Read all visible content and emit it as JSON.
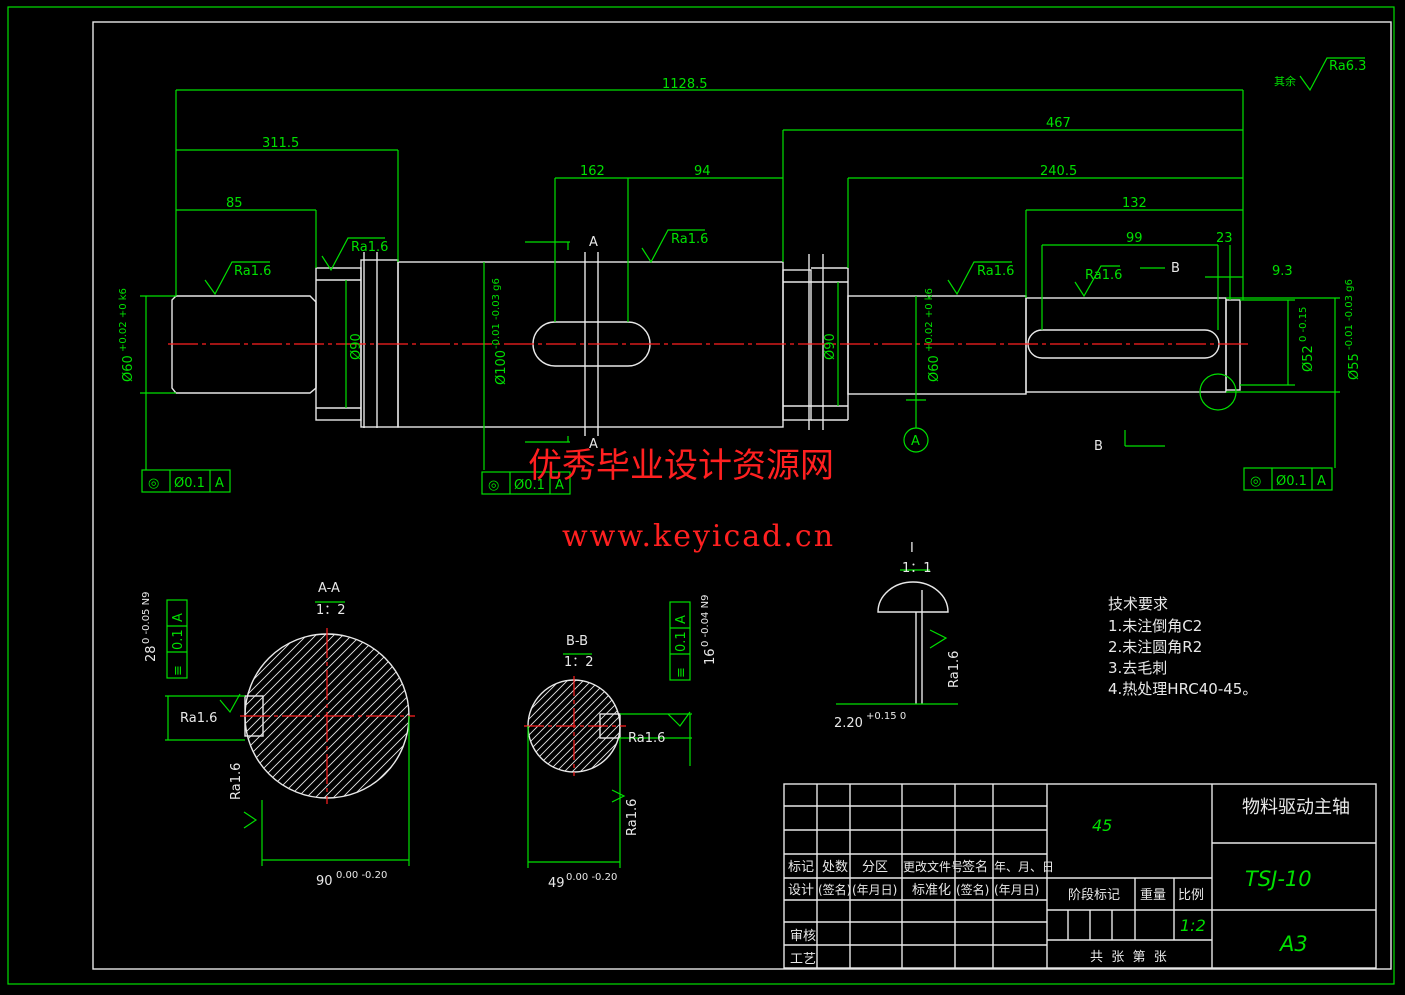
{
  "dimensions": {
    "overall": "1128.5",
    "d467": "467",
    "d311": "311.5",
    "d240": "240.5",
    "d162": "162",
    "d94": "94",
    "d132": "132",
    "d85": "85",
    "d99": "99",
    "d23": "23",
    "d9": "9.3",
    "dia60_left": "Ø60",
    "dia60_left_tol": "+0.02 +0 k6",
    "dia90_left": "Ø90",
    "dia100": "Ø100",
    "dia100_tol": "-0.01 -0.03 g6",
    "dia90_right": "Ø90",
    "dia60_right": "Ø60",
    "dia60_right_tol": "+0.02 +0 k6",
    "dia52": "Ø52",
    "dia52_tol": "0 -0.15",
    "dia55": "Ø55",
    "dia55_tol": "-0.01 -0.03 g6"
  },
  "roughness": {
    "r1": "Ra1.6",
    "r2": "Ra1.6",
    "r3": "Ra1.6",
    "r4": "Ra1.6",
    "r5": "Ra1.6",
    "rest_label": "其余",
    "rest_value": "Ra6.3"
  },
  "section_labels": {
    "a_top": "A",
    "a_bottom": "A",
    "b_top": "B",
    "b_bottom": "B",
    "datum": "A"
  },
  "tolerance_frames": {
    "left": [
      "◎",
      "Ø0.1",
      "A"
    ],
    "middle": [
      "◎",
      "Ø0.1",
      "A"
    ],
    "right": [
      "◎",
      "Ø0.1",
      "A"
    ]
  },
  "section_aa": {
    "title": "A-A",
    "scale": "1：2",
    "width_dim": "90",
    "width_tol": "0.00 -0.20",
    "key_dim": "28",
    "key_tol": "0 -0.05 N9",
    "frame": [
      "≡",
      "0.1",
      "A"
    ],
    "rough1": "Ra1.6",
    "rough2": "Ra1.6"
  },
  "section_bb": {
    "title": "B-B",
    "scale": "1：2",
    "width_dim": "49",
    "width_tol": "0.00 -0.20",
    "key_dim": "16",
    "key_tol": "0 -0.04 N9",
    "frame": [
      "≡",
      "0.1",
      "A"
    ],
    "rough1": "Ra1.6",
    "rough2": "Ra1.6"
  },
  "detail_i": {
    "title": "I",
    "scale": "1：1",
    "dim": "2.20",
    "dim_tol": "+0.15 0",
    "rough": "Ra1.6"
  },
  "watermark": {
    "line1": "优秀毕业设计资源网",
    "line2": "www.keyicad.cn"
  },
  "tech_requirements": {
    "heading": "技术要求",
    "items": [
      "1.未注倒角C2",
      "2.未注圆角R2",
      "3.去毛刺",
      "4.热处理HRC40-45。"
    ]
  },
  "title_block": {
    "material": "45",
    "part_name": "物料驱动主轴",
    "drawing_no": "TSJ-10",
    "sheet_size": "A3",
    "scale_value": "1:2",
    "row1": [
      "标记",
      "处数",
      "分区",
      "更改文件号",
      "签名",
      "年、月、日"
    ],
    "row2": [
      "设计",
      "(签名)",
      "(年月日)",
      "标准化",
      "(签名)",
      "(年月日)"
    ],
    "stage_label": "阶段标记",
    "weight_label": "重量",
    "scale_label": "比例",
    "review": "审核",
    "process": "工艺",
    "sheets": "共  张  第  张"
  }
}
